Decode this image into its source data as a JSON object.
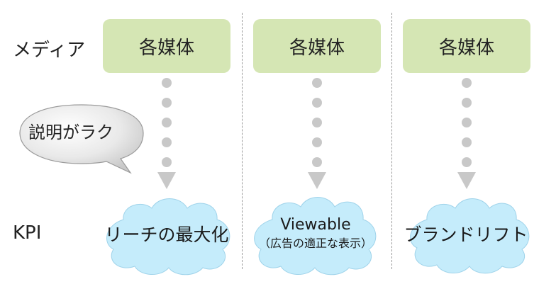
{
  "row_labels": {
    "media": "メディア",
    "kpi": "KPI"
  },
  "callout": {
    "text": "説明がラク"
  },
  "columns": [
    {
      "media": "各媒体",
      "kpi_main": "リーチの最大化",
      "kpi_sub": ""
    },
    {
      "media": "各媒体",
      "kpi_main": "Viewable",
      "kpi_sub": "（広告の適正な表示）"
    },
    {
      "media": "各媒体",
      "kpi_main": "ブランドリフト",
      "kpi_sub": ""
    }
  ],
  "colors": {
    "media_box": "#d5e6b4",
    "cloud": "#c5ecfb",
    "connector": "#c8c8c8"
  }
}
